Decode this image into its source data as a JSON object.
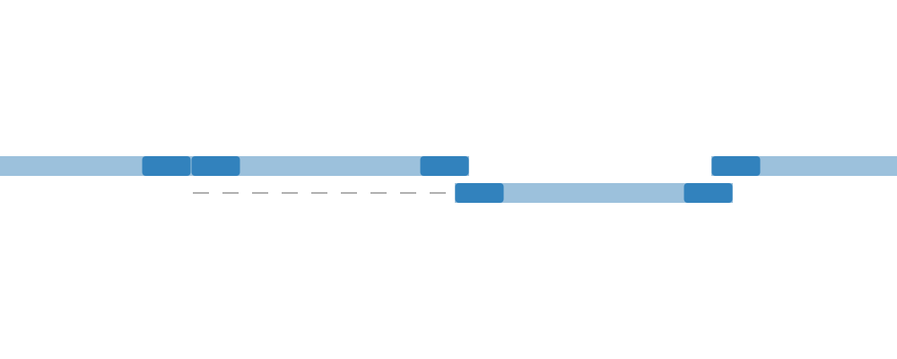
{
  "diagram": {
    "type": "alignment-track",
    "colors": {
      "segment": "#9cc1dc",
      "block": "#3282bd",
      "connector": "#b0b0b0",
      "background": "#ffffff"
    },
    "view_range": [
      0,
      1000
    ],
    "rows": [
      {
        "name": "row-1",
        "segments": [
          {
            "start": 0,
            "end": 523
          },
          {
            "start": 793,
            "end": 1000
          }
        ],
        "blocks": [
          {
            "start": 158,
            "end": 213
          },
          {
            "start": 213,
            "end": 268
          },
          {
            "start": 468,
            "end": 523
          },
          {
            "start": 793,
            "end": 848
          }
        ]
      },
      {
        "name": "row-2",
        "connectors": [
          {
            "start": 215,
            "end": 507
          }
        ],
        "segments": [
          {
            "start": 507,
            "end": 817
          }
        ],
        "blocks": [
          {
            "start": 507,
            "end": 562
          },
          {
            "start": 762,
            "end": 817
          }
        ]
      }
    ]
  }
}
